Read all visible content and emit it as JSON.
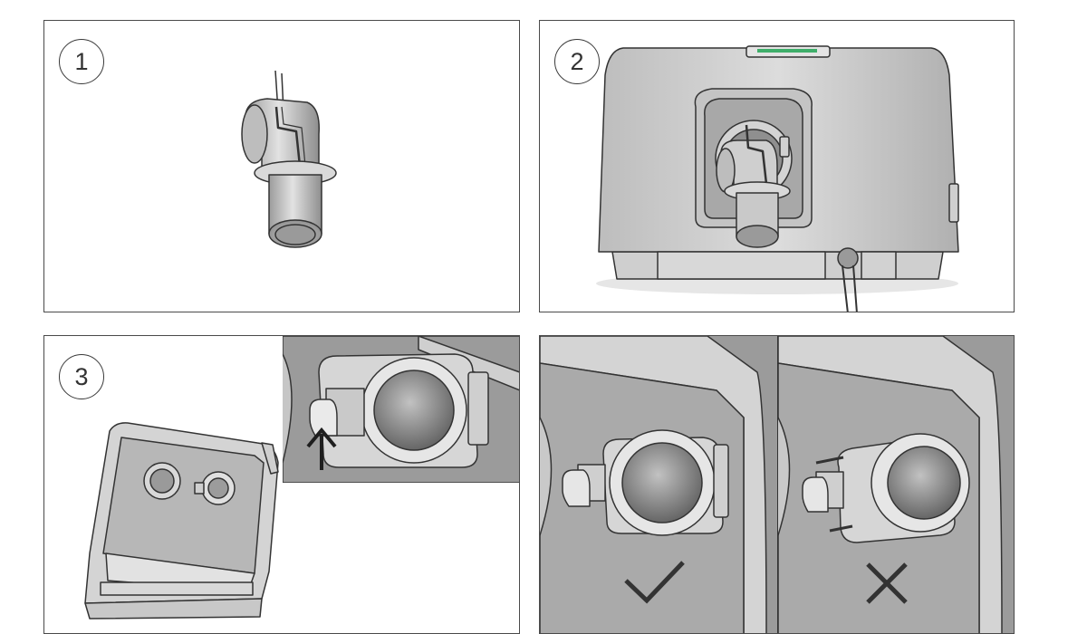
{
  "steps": [
    {
      "number": "1"
    },
    {
      "number": "2"
    },
    {
      "number": "3"
    }
  ],
  "verdicts": {
    "correct": "check-mark-icon",
    "incorrect": "cross-mark-icon"
  },
  "colors": {
    "outline": "#3a3a3a",
    "light_gray": "#d6d6d6",
    "mid_gray": "#a9a9a9",
    "dark_gray": "#7a7a7a",
    "device_indicator": "#3fae6a"
  }
}
